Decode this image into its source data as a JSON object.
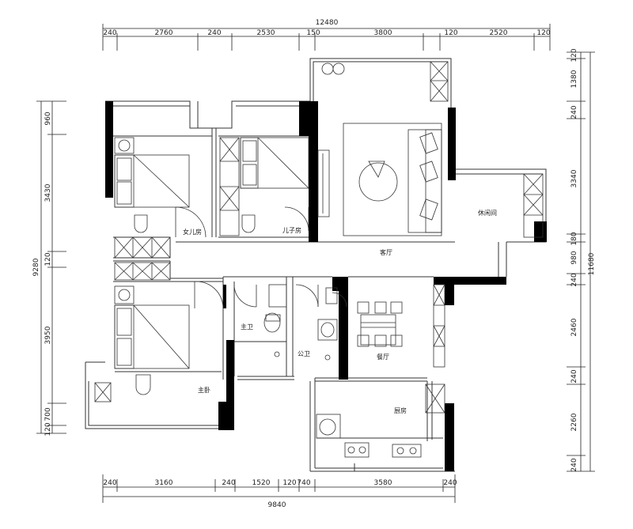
{
  "top_dims": {
    "total": "12480",
    "segments": [
      "240",
      "2760",
      "240",
      "2530",
      "150",
      "3800",
      "120",
      "2520",
      "120"
    ]
  },
  "bottom_dims": {
    "total": "9840",
    "segments": [
      "240",
      "3160",
      "240",
      "1520",
      "120",
      "740",
      "3580",
      "240"
    ]
  },
  "left_dims": {
    "total": "9280",
    "segments": [
      "960",
      "3430",
      "120",
      "3950",
      "700",
      "120"
    ]
  },
  "right_dims": {
    "total": "11680",
    "segments": [
      "120",
      "1380",
      "240",
      "3340",
      "180",
      "980",
      "240",
      "2460",
      "240",
      "2260",
      "240"
    ]
  },
  "rooms": {
    "daughter": "女儿房",
    "son": "儿子房",
    "living": "客厅",
    "leisure": "休闲间",
    "master_bath": "主卫",
    "public_bath": "公卫",
    "dining": "餐厅",
    "master_bed": "主卧",
    "kitchen": "厨房"
  }
}
